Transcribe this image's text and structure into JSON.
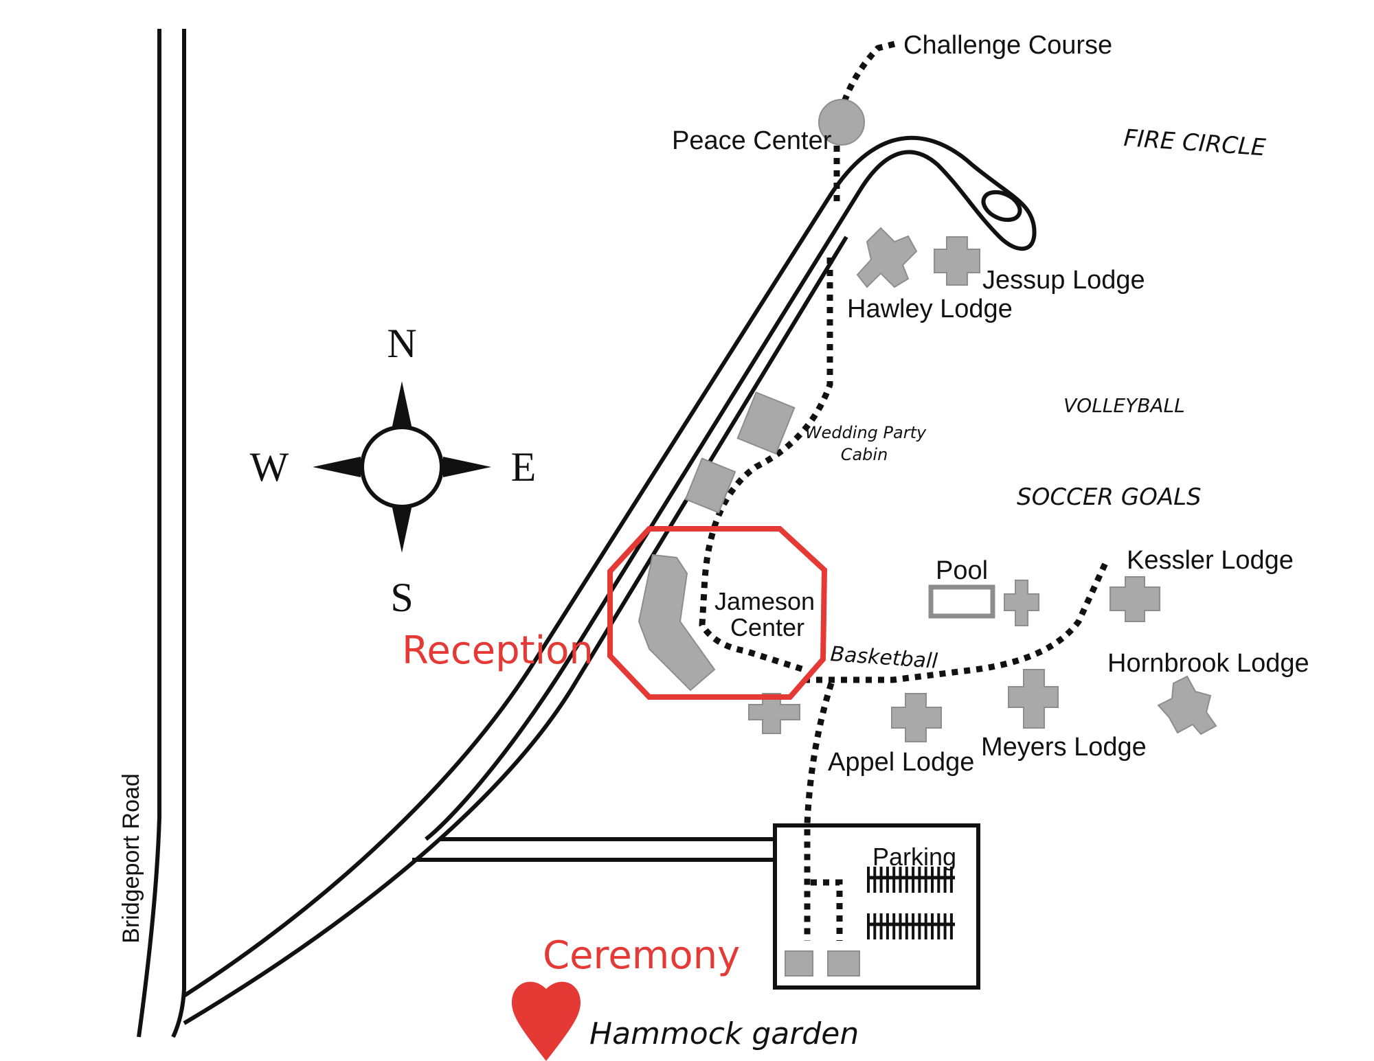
{
  "map": {
    "compass": {
      "north": "N",
      "south": "S",
      "east": "E",
      "west": "W"
    },
    "roads": {
      "bridgeport": "Bridgeport Road"
    },
    "facilities": {
      "challenge_course": "Challenge Course",
      "peace_center": "Peace Center",
      "jessup_lodge": "Jessup Lodge",
      "hawley_lodge": "Hawley Lodge",
      "jameson_center_line1": "Jameson",
      "jameson_center_line2": "Center",
      "pool": "Pool",
      "kessler_lodge": "Kessler Lodge",
      "hornbrook_lodge": "Hornbrook Lodge",
      "meyers_lodge": "Meyers Lodge",
      "appel_lodge": "Appel Lodge",
      "parking": "Parking"
    },
    "handwritten": {
      "fire_circle": "FIRE CIRCLE",
      "volleyball": "VOLLEYBALL",
      "soccer_goals": "SOCCER GOALS",
      "wedding_cabin_line1": "Wedding Party",
      "wedding_cabin_line2": "Cabin",
      "basketball": "Basketball",
      "hammock_garden": "Hammock garden"
    },
    "annotations": {
      "reception": "Reception",
      "ceremony": "Ceremony"
    },
    "colors": {
      "accent_red": "#e53935",
      "building_gray": "#a9a9a9",
      "ink": "#111111"
    }
  }
}
